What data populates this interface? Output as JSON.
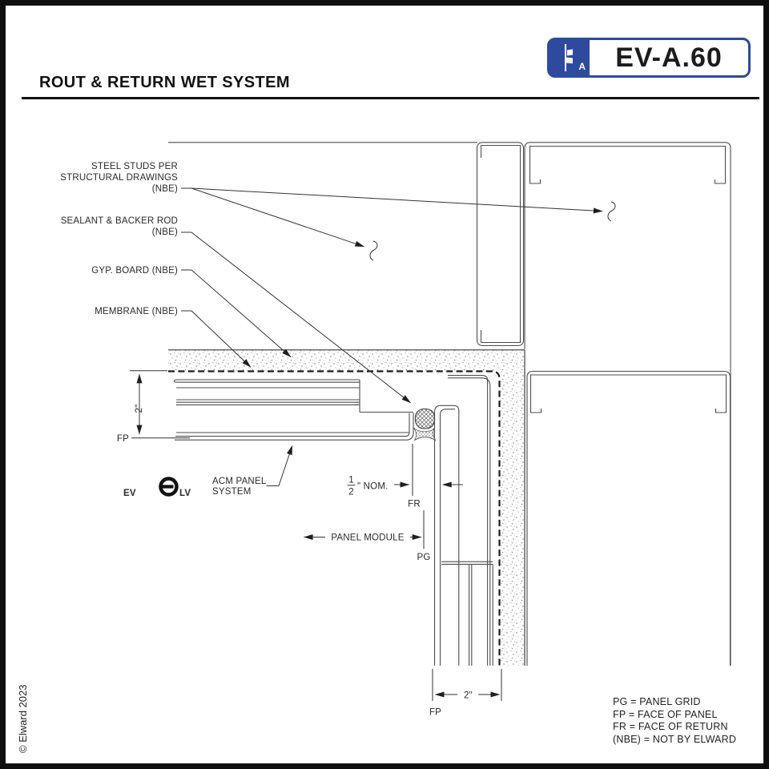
{
  "badge": {
    "code": "EV-A.60",
    "icon_letter": "A",
    "accent_blue": "#2e4a9e"
  },
  "title": "ROUT & RETURN WET SYSTEM",
  "copyright": "© Elward 2023",
  "logo": {
    "brand_left": "EV",
    "brand_right": "LV",
    "tagline1": "ACM PANEL",
    "tagline2": "SYSTEM"
  },
  "callouts": {
    "steel_studs_1": "STEEL STUDS PER",
    "steel_studs_2": "STRUCTURAL DRAWINGS",
    "steel_studs_3": "(NBE)",
    "sealant_1": "SEALANT & BACKER ROD",
    "sealant_2": "(NBE)",
    "gyp_board": "GYP. BOARD (NBE)",
    "membrane": "MEMBRANE (NBE)",
    "panel_module": "PANEL MODULE"
  },
  "dims": {
    "depth_left": "2\"",
    "depth_bottom": "2\"",
    "joint_num": "1",
    "joint_den": "2",
    "joint_suffix": "\" NOM."
  },
  "labels": {
    "fr": "FR",
    "fp": "FP",
    "pg": "PG"
  },
  "legend": {
    "l1": "PG = PANEL GRID",
    "l2": "FP = FACE OF PANEL",
    "l3": "FR = FACE OF RETURN",
    "l4": "(NBE) = NOT BY ELWARD"
  }
}
